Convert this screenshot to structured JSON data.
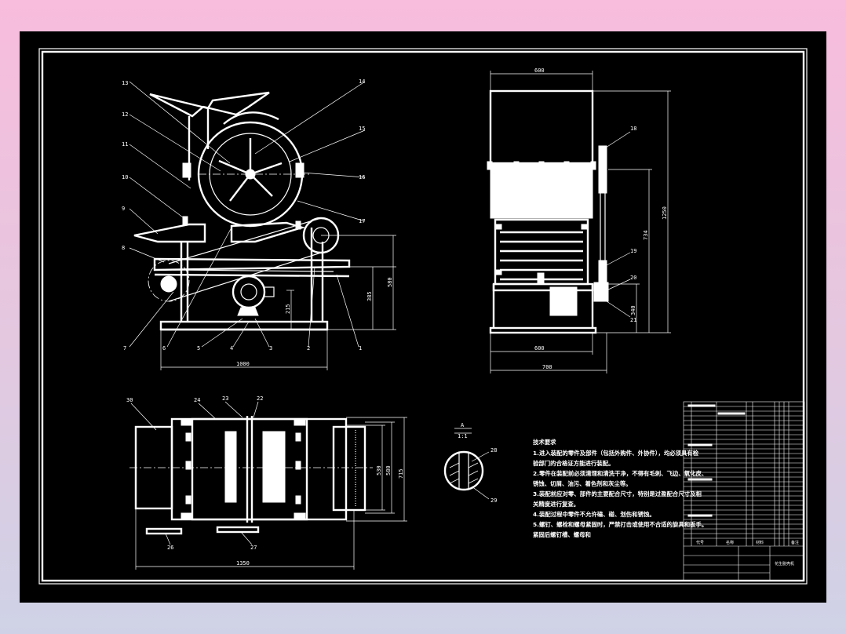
{
  "front_view": {
    "part_labels": [
      "13",
      "12",
      "11",
      "10",
      "9",
      "8",
      "7",
      "6",
      "5",
      "4",
      "3",
      "2",
      "1",
      "14",
      "15",
      "16",
      "17"
    ],
    "dims": {
      "width": "1000",
      "h1": "580",
      "h2": "385",
      "h3": "215"
    }
  },
  "side_view": {
    "part_labels": [
      "18",
      "19",
      "20",
      "21"
    ],
    "dims": {
      "top": "600",
      "base": "600",
      "overall": "700",
      "height": "1250",
      "h_mid": "734",
      "h_low": "340"
    }
  },
  "top_view": {
    "part_labels": [
      "30",
      "24",
      "23",
      "22",
      "26",
      "27"
    ],
    "dims": {
      "length": "1350",
      "w1": "530",
      "w2": "580",
      "w3": "715"
    }
  },
  "section": {
    "mark": "A",
    "scale": "1:1",
    "part_labels": [
      "28",
      "29"
    ]
  },
  "tech_requirements": {
    "title": "技术要求",
    "lines": [
      "1.进入装配的零件及部件（包括外购件、外协件），均必须具有检",
      "验部门的合格证方能进行装配。",
      "2.零件在装配前必须清理和清洗干净，不得有毛刺、飞边、氧化皮、",
      "锈蚀、切屑、油污、着色剂和灰尘等。",
      "3.装配前应对零、部件的主要配合尺寸，特别是过盈配合尺寸及相",
      "关精度进行复查。",
      "4.装配过程中零件不允许磕、碰、划伤和锈蚀。",
      "5.螺钉、螺栓和螺母紧固时，严禁打击或使用不合适的旋具和扳手。",
      "紧固后螺钉槽、螺母和"
    ]
  },
  "title_block": {
    "header_left": "代号",
    "header_mid": "名称",
    "header_right": "材料",
    "header_remark": "备注",
    "drawing_name": "花生脱壳机"
  }
}
